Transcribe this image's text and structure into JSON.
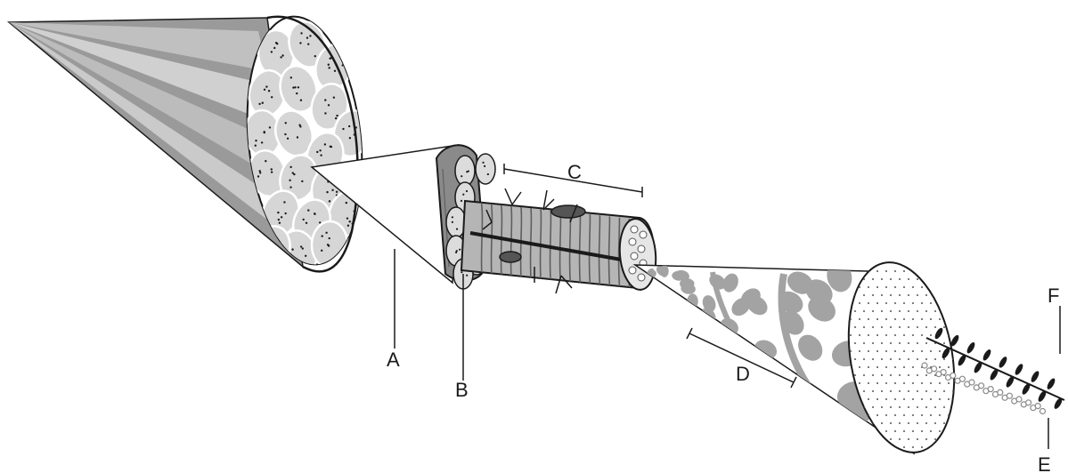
{
  "labels": {
    "a": "A",
    "b": "B",
    "c": "C",
    "d": "D",
    "e": "E",
    "f": "F"
  },
  "colors": {
    "outline": "#1a1a1a",
    "muscle_dark": "#8f8f8f",
    "muscle_mid": "#b4b4b4",
    "muscle_light": "#d2d2d2",
    "fascicle_fill": "#dcdcdc",
    "blob": "#a3a3a3",
    "background": "#ffffff"
  },
  "icons": {
    "thick_filament": "myosin-thick-filament-icon",
    "thin_filament": "actin-thin-filament-icon"
  }
}
